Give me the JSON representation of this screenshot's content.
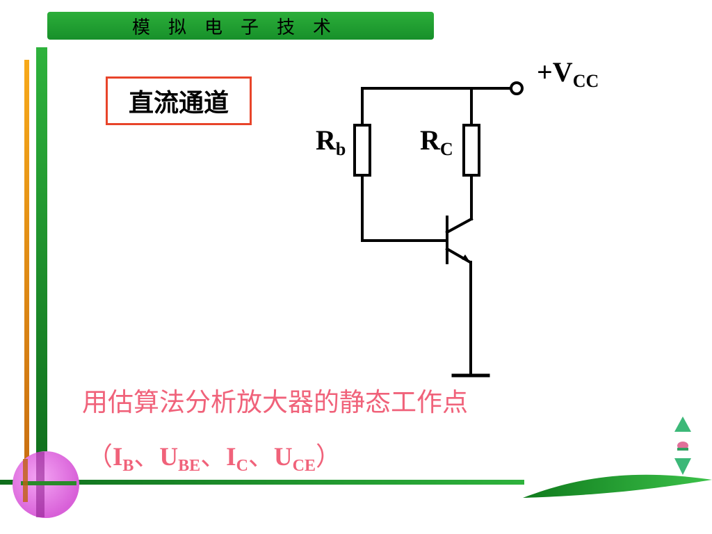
{
  "header": {
    "title": "模拟电子技术"
  },
  "slide": {
    "label_box": "直流通道",
    "caption_line1": "用估算法分析放大器的静态工作点",
    "caption_line2": {
      "open_paren": "（",
      "ib_main": "I",
      "ib_sub": "B",
      "sep1": "、",
      "ube_main": "U",
      "ube_sub": "BE",
      "sep2": "、",
      "ic_main": "I",
      "ic_sub": "C",
      "sep3": "、",
      "uce_main": "U",
      "uce_sub": "CE",
      "close_paren": "）"
    }
  },
  "circuit": {
    "vcc_main": "+V",
    "vcc_sub": "CC",
    "rb_main": "R",
    "rb_sub": "b",
    "rc_main": "R",
    "rc_sub": "C"
  },
  "colors": {
    "title_green": "#1f9a30",
    "frame_green": "#1a8a24",
    "frame_orange": "#f5a010",
    "label_border": "#e8442a",
    "caption_pink": "#f0627a",
    "orb_magenta": "#e070e0"
  },
  "icons": [
    "nav-up-icon",
    "nav-dot-icon",
    "nav-down-icon",
    "decorative-leaf-icon",
    "decorative-orb-icon"
  ]
}
